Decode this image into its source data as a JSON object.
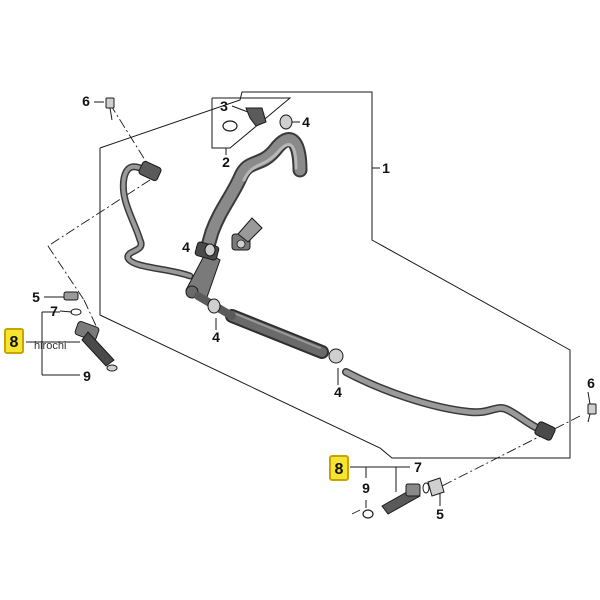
{
  "colors": {
    "line": "#1a1a1a",
    "hose_fill": "#6f6f6f",
    "hose_dark": "#3a3a3a",
    "highlight_fill": "#f5e430",
    "highlight_border": "#c9a400"
  },
  "watermark": "hirochi",
  "callouts": {
    "c1": "1",
    "c2": "2",
    "c3": "3",
    "c4a": "4",
    "c4b": "4",
    "c4c": "4",
    "c4d": "4",
    "c5a": "5",
    "c5b": "5",
    "c6a": "6",
    "c6b": "6",
    "c7a": "7",
    "c7b": "7",
    "c8a": "8",
    "c8b": "8",
    "c9a": "9",
    "c9b": "9"
  }
}
